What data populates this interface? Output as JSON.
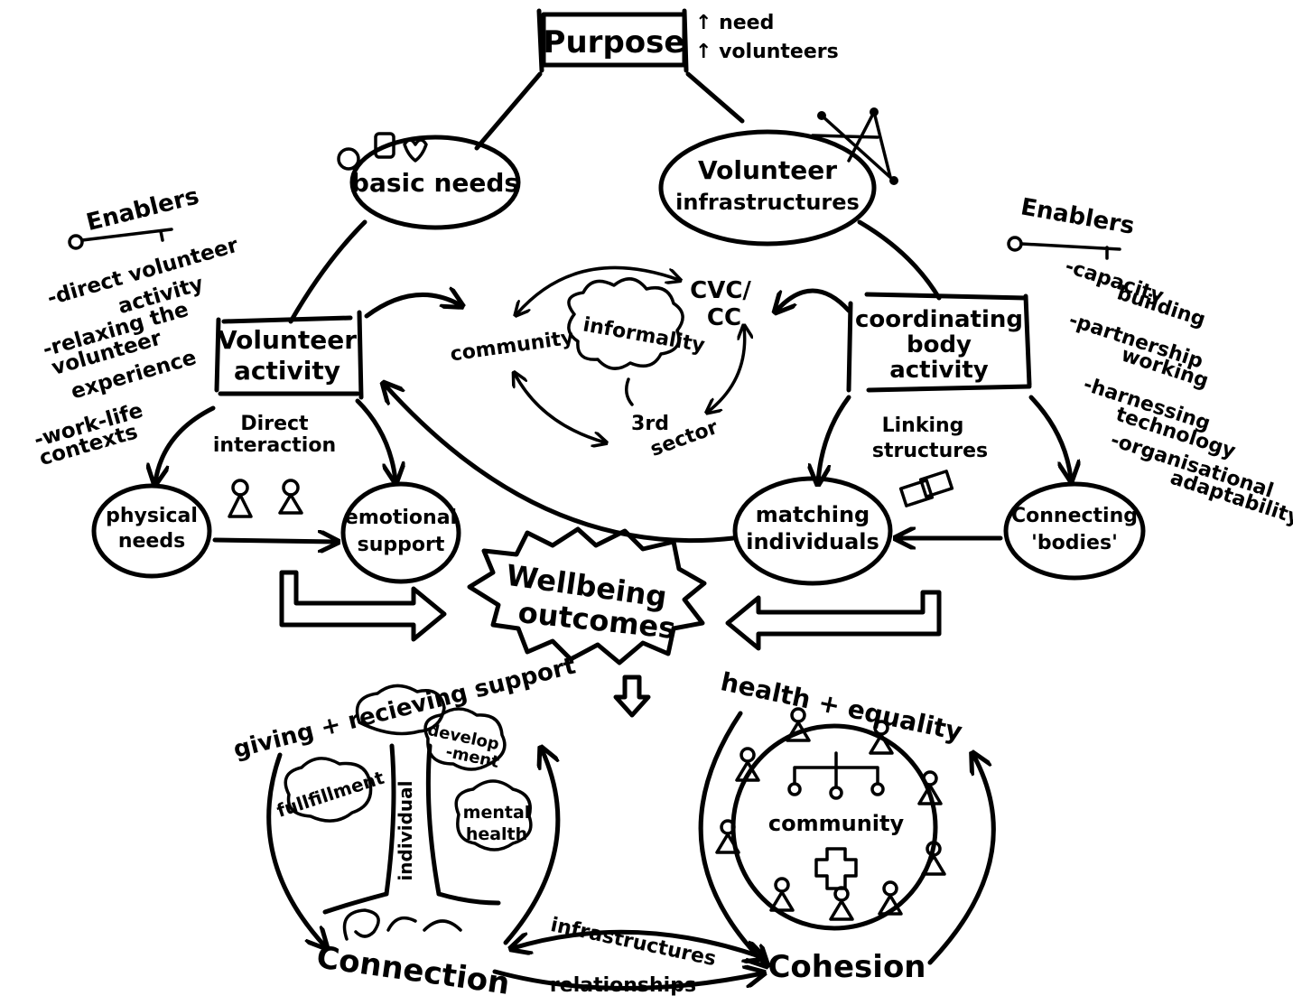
{
  "diagram": {
    "purpose": {
      "label": "Purpose",
      "notes": [
        "↑ need",
        "↑ volunteers"
      ]
    },
    "basic_needs": {
      "label": "basic needs"
    },
    "volunteer_infrastructures": {
      "line1": "Volunteer",
      "line2": "infrastructures"
    },
    "enablers_left": {
      "title": "Enablers",
      "items": [
        "-direct volunteer",
        "activity",
        "-relaxing the",
        "volunteer",
        "experience",
        "-work-life",
        "contexts"
      ]
    },
    "enablers_right": {
      "title": "Enablers",
      "items": [
        "-capacity",
        "building",
        "-partnership",
        "working",
        "-harnessing",
        "technology",
        "-organisational",
        "adaptability"
      ]
    },
    "volunteer_activity": {
      "line1": "Volunteer",
      "line2": "activity"
    },
    "coordinating_body": {
      "line1": "coordinating",
      "line2": "body",
      "line3": "activity"
    },
    "center": {
      "community": "community",
      "informality": "informality",
      "cvc": "CVC/",
      "cc": "CC",
      "third_sector_1": "3rd",
      "third_sector_2": "sector"
    },
    "direct_interaction": {
      "line1": "Direct",
      "line2": "interaction"
    },
    "linking_structures": {
      "line1": "Linking",
      "line2": "structures"
    },
    "physical_needs": {
      "line1": "physical",
      "line2": "needs"
    },
    "emotional_support": {
      "line1": "emotional",
      "line2": "support"
    },
    "matching_individuals": {
      "line1": "matching",
      "line2": "individuals"
    },
    "connecting_bodies": {
      "line1": "Connecting",
      "line2": "'bodies'"
    },
    "wellbeing": {
      "line1": "Wellbeing",
      "line2": "outcomes"
    },
    "tree": {
      "arc_label": "giving + recieving support",
      "trunk": "individual",
      "cloud1": "fullfillment",
      "cloud2_1": "develop",
      "cloud2_2": "-ment",
      "cloud3_1": "mental",
      "cloud3_2": "health"
    },
    "community_circle": {
      "arc_label": "health + equality",
      "center": "community"
    },
    "bottom": {
      "connection": "Connection",
      "cohesion": "Cohesion",
      "infrastructures": "infrastructures",
      "relationships": "relationships"
    }
  }
}
